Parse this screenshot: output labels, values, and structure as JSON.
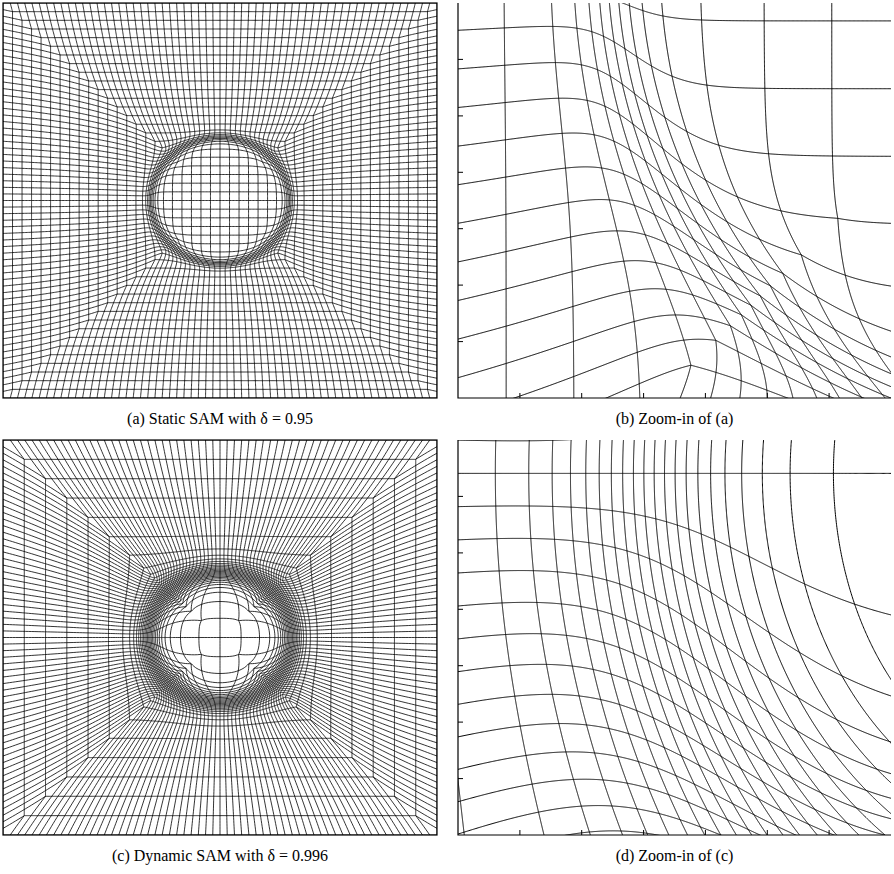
{
  "diagram": {
    "labels": [
      "(a) Static SAM with δ = 0.95",
      "(b) Zoom-in of (a)",
      "(c) Dynamic SAM with δ = 0.996",
      "(d) Zoom-in of (c)"
    ]
  }
}
